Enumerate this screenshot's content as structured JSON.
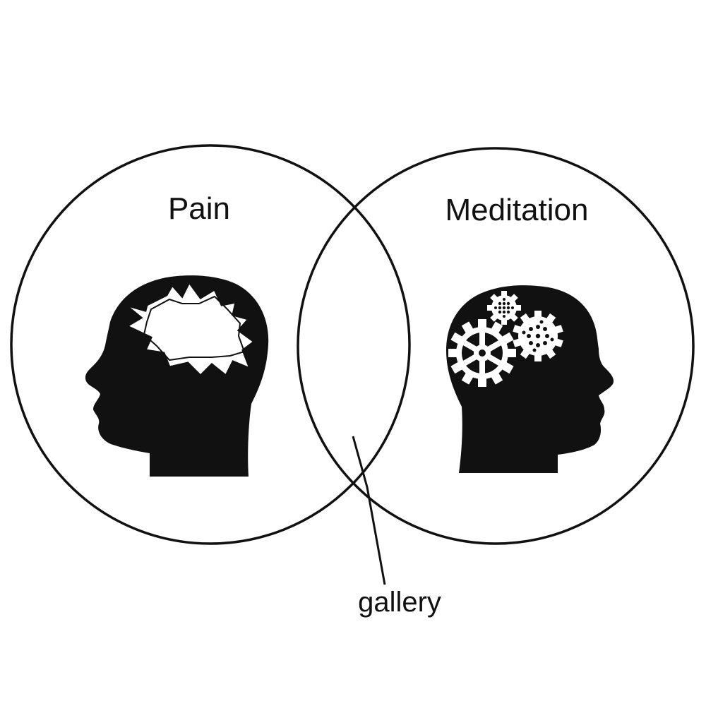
{
  "diagram": {
    "type": "venn",
    "sets": [
      {
        "label": "Pain",
        "icon": "head-with-lightning-burst-icon"
      },
      {
        "label": "Meditation",
        "icon": "head-with-gears-icon"
      }
    ],
    "intersection_label": "gallery",
    "colors": {
      "line": "#111111",
      "head": "#111111",
      "background": "#ffffff"
    }
  }
}
